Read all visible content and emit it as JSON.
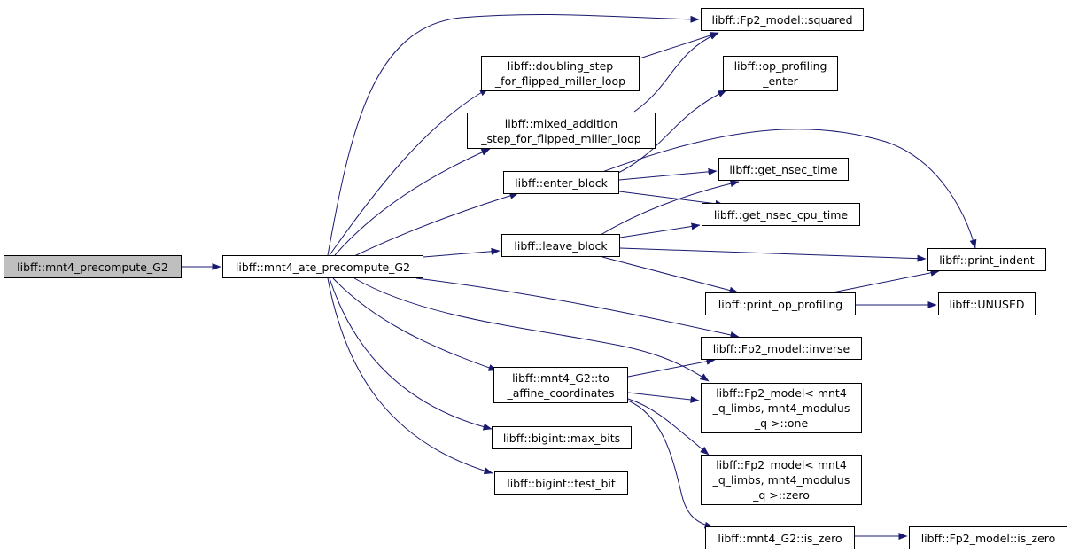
{
  "colors": {
    "edge": "#191970",
    "root_fill": "#bfbfbf",
    "node_fill": "#ffffff",
    "node_border": "#000000"
  },
  "nodes": {
    "mnt4_precompute_G2": [
      "libff::mnt4_precompute_G2"
    ],
    "mnt4_ate_precompute_G2": [
      "libff::mnt4_ate_precompute_G2"
    ],
    "fp2_squared": [
      "libff::Fp2_model::squared"
    ],
    "doubling_step": [
      "libff::doubling_step",
      "_for_flipped_miller_loop"
    ],
    "op_profiling_enter": [
      "libff::op_profiling",
      "_enter"
    ],
    "mixed_addition_step": [
      "libff::mixed_addition",
      "_step_for_flipped_miller_loop"
    ],
    "enter_block": [
      "libff::enter_block"
    ],
    "get_nsec_time": [
      "libff::get_nsec_time"
    ],
    "get_nsec_cpu_time": [
      "libff::get_nsec_cpu_time"
    ],
    "leave_block": [
      "libff::leave_block"
    ],
    "print_indent": [
      "libff::print_indent"
    ],
    "print_op_profiling": [
      "libff::print_op_profiling"
    ],
    "unused": [
      "libff::UNUSED"
    ],
    "fp2_inverse": [
      "libff::Fp2_model::inverse"
    ],
    "to_affine_coordinates": [
      "libff::mnt4_G2::to",
      "_affine_coordinates"
    ],
    "fp2_one": [
      "libff::Fp2_model< mnt4",
      "_q_limbs, mnt4_modulus",
      "_q >::one"
    ],
    "max_bits": [
      "libff::bigint::max_bits"
    ],
    "fp2_zero": [
      "libff::Fp2_model< mnt4",
      "_q_limbs, mnt4_modulus",
      "_q >::zero"
    ],
    "test_bit": [
      "libff::bigint::test_bit"
    ],
    "g2_is_zero": [
      "libff::mnt4_G2::is_zero"
    ],
    "fp2_is_zero": [
      "libff::Fp2_model::is_zero"
    ]
  },
  "edges": [
    [
      "mnt4_precompute_G2",
      "mnt4_ate_precompute_G2"
    ],
    [
      "mnt4_ate_precompute_G2",
      "fp2_squared"
    ],
    [
      "mnt4_ate_precompute_G2",
      "doubling_step"
    ],
    [
      "mnt4_ate_precompute_G2",
      "mixed_addition_step"
    ],
    [
      "mnt4_ate_precompute_G2",
      "enter_block"
    ],
    [
      "mnt4_ate_precompute_G2",
      "leave_block"
    ],
    [
      "mnt4_ate_precompute_G2",
      "fp2_inverse"
    ],
    [
      "mnt4_ate_precompute_G2",
      "to_affine_coordinates"
    ],
    [
      "mnt4_ate_precompute_G2",
      "fp2_one"
    ],
    [
      "mnt4_ate_precompute_G2",
      "max_bits"
    ],
    [
      "mnt4_ate_precompute_G2",
      "test_bit"
    ],
    [
      "doubling_step",
      "fp2_squared"
    ],
    [
      "mixed_addition_step",
      "fp2_squared"
    ],
    [
      "enter_block",
      "op_profiling_enter"
    ],
    [
      "enter_block",
      "get_nsec_time"
    ],
    [
      "enter_block",
      "get_nsec_cpu_time"
    ],
    [
      "enter_block",
      "print_indent"
    ],
    [
      "leave_block",
      "get_nsec_time"
    ],
    [
      "leave_block",
      "get_nsec_cpu_time"
    ],
    [
      "leave_block",
      "print_indent"
    ],
    [
      "leave_block",
      "print_op_profiling"
    ],
    [
      "print_op_profiling",
      "print_indent"
    ],
    [
      "print_op_profiling",
      "unused"
    ],
    [
      "to_affine_coordinates",
      "fp2_inverse"
    ],
    [
      "to_affine_coordinates",
      "fp2_one"
    ],
    [
      "to_affine_coordinates",
      "fp2_zero"
    ],
    [
      "to_affine_coordinates",
      "g2_is_zero"
    ],
    [
      "g2_is_zero",
      "fp2_is_zero"
    ]
  ]
}
